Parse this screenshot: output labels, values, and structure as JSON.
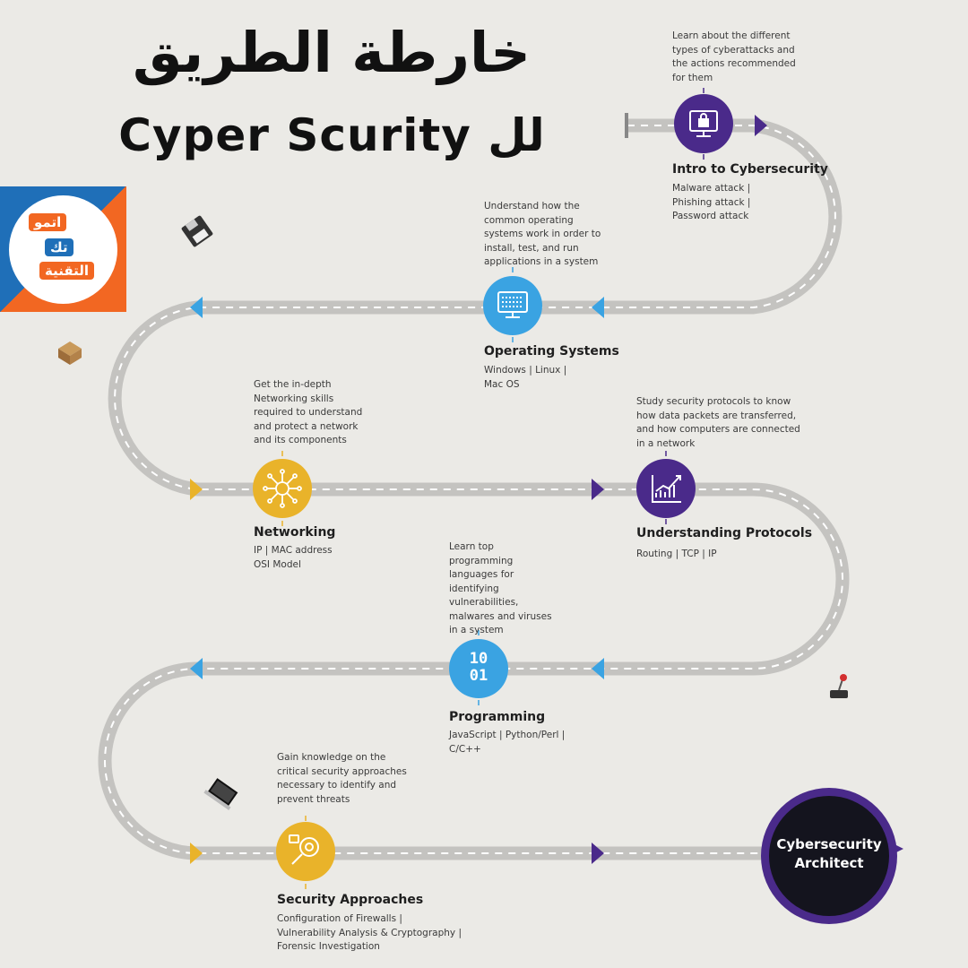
{
  "header": {
    "title_ar": "خارطة الطريق",
    "title_en": "Cyper Scurity لل"
  },
  "logo": {
    "line1": "اتمو",
    "line2": "تك",
    "line3": "التقنية"
  },
  "colors": {
    "road": "#c4c3c0",
    "road_dash": "#ffffff",
    "purple": "#4a2a8a",
    "blue": "#3aa3e2",
    "yellow": "#e9b32a",
    "final_ring": "#4a2a8a",
    "final_fill": "#14141e"
  },
  "milestones": [
    {
      "id": "intro",
      "title": "Intro to Cybersecurity",
      "description": "Learn about the different\ntypes of cyberattacks and\nthe actions recommended\nfor them",
      "subtopics": "Malware attack |\nPhishing attack |\nPassword attack",
      "icon": "lock-monitor-icon",
      "color": "purple"
    },
    {
      "id": "os",
      "title": "Operating Systems",
      "description": "Understand how the\ncommon operating\nsystems work in order to\ninstall, test, and run\napplications in a system",
      "subtopics": "Windows | Linux |\nMac OS",
      "icon": "keyboard-monitor-icon",
      "color": "blue"
    },
    {
      "id": "networking",
      "title": "Networking",
      "description": "Get the in-depth\nNetworking skills\nrequired to understand\nand protect a network\nand its components",
      "subtopics": "IP | MAC address\nOSI Model",
      "icon": "network-hub-icon",
      "color": "yellow"
    },
    {
      "id": "protocols",
      "title": "Understanding Protocols",
      "description": "Study security protocols to know\nhow data packets are transferred,\nand how computers are connected\nin a network",
      "subtopics": "Routing  | TCP | IP",
      "icon": "rising-chart-icon",
      "color": "purple"
    },
    {
      "id": "programming",
      "title": "Programming",
      "description": "Learn top\nprogramming\nlanguages for\nidentifying\nvulnerabilities,\nmalwares and viruses\nin a system",
      "subtopics": "JavaScript | Python/Perl |\nC/C++",
      "icon": "binary-code-icon",
      "icon_text_top": "10",
      "icon_text_bottom": "01",
      "color": "blue"
    },
    {
      "id": "security",
      "title": "Security Approaches",
      "description": "Gain knowledge on the\ncritical security approaches\nnecessary to identify and\nprevent threats",
      "subtopics": "Configuration of Firewalls |\nVulnerability Analysis & Cryptography |\nForensic Investigation",
      "icon": "magnifier-gear-icon",
      "color": "yellow"
    }
  ],
  "final": {
    "title": "Cybersecurity\nArchitect"
  },
  "decorations": [
    "floppy-disk-icon",
    "box-icon",
    "joystick-icon",
    "laptop-icon"
  ]
}
